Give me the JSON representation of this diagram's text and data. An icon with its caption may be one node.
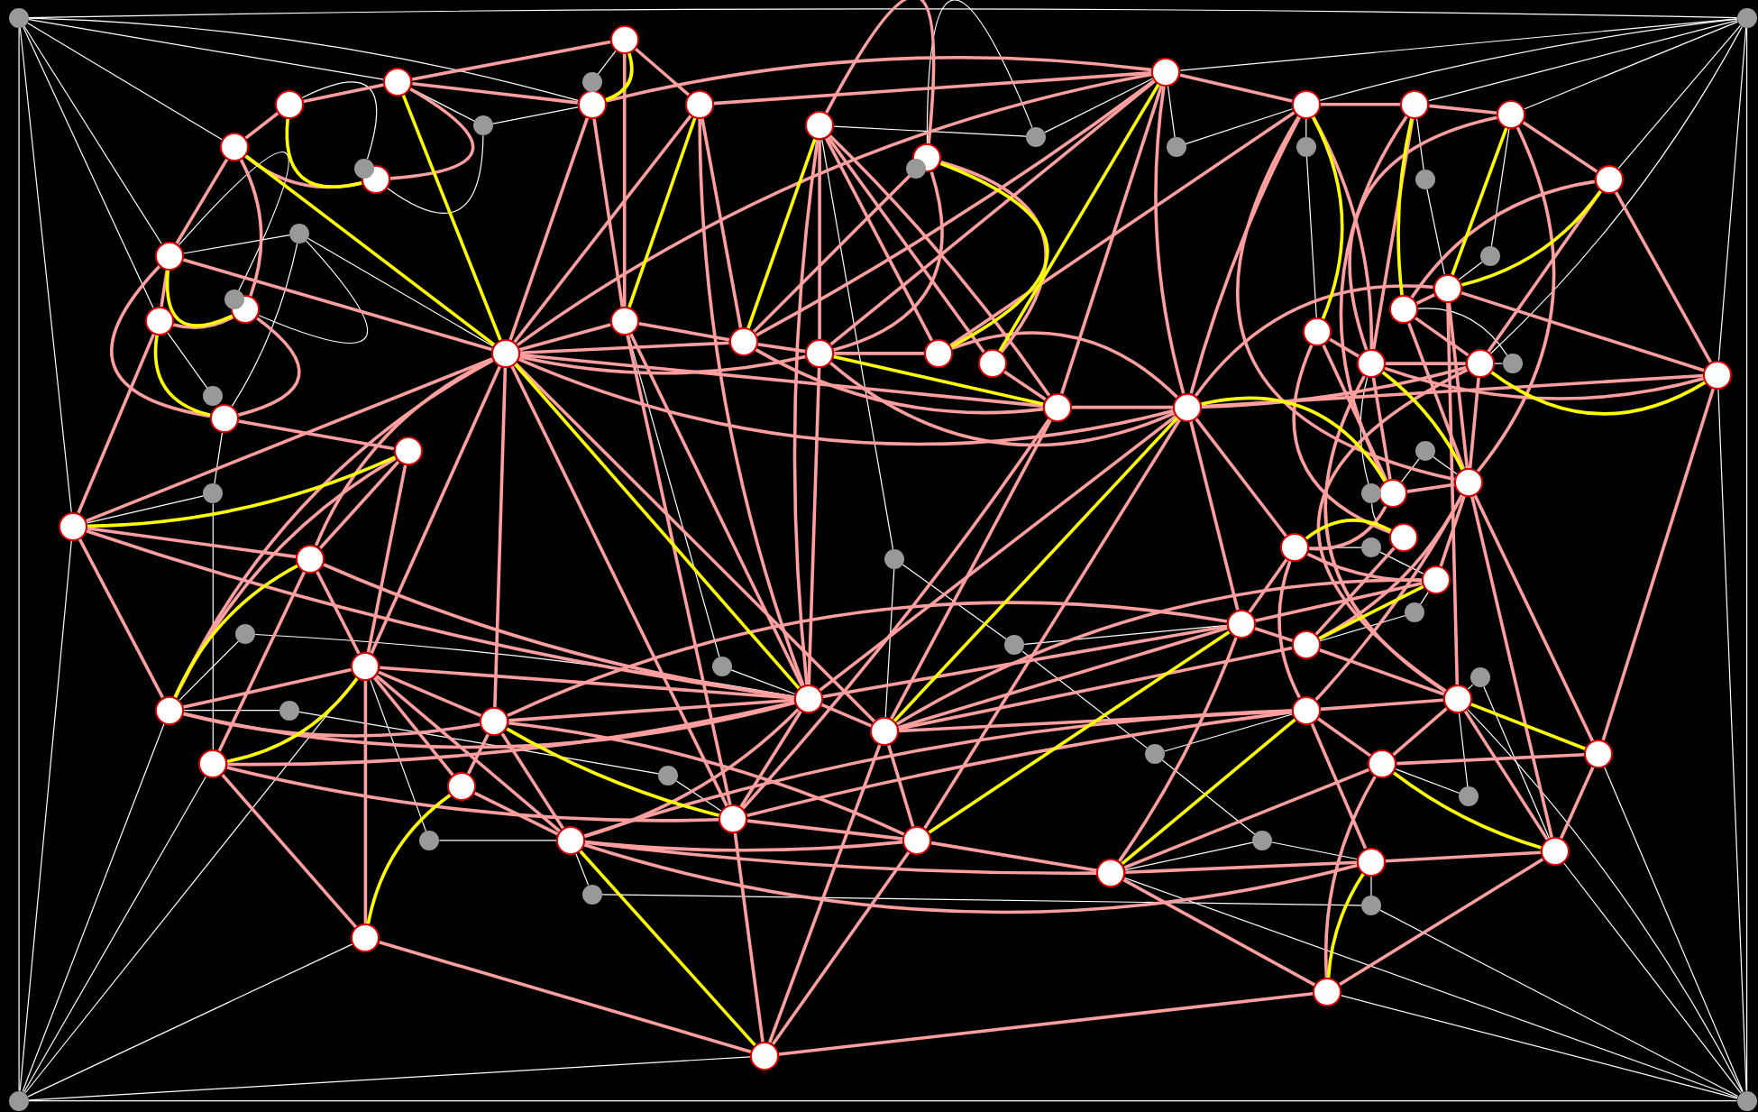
{
  "diagram": {
    "nodes": [
      {
        "text": [],
        "shape": "circle"
      },
      {
        "text": [],
        "shape": "circle"
      },
      {
        "text": [],
        "shape": "circle"
      },
      {
        "text": [],
        "shape": "circle"
      },
      {
        "text": [],
        "shape": "circle"
      },
      {
        "text": [],
        "shape": "circle"
      },
      {
        "text": [],
        "shape": "circle"
      },
      {
        "text": [],
        "shape": "circle"
      },
      {
        "text": [],
        "shape": "circle"
      },
      {
        "text": [],
        "shape": "circle"
      },
      {
        "text": [],
        "shape": "circle"
      },
      {
        "text": [],
        "shape": "circle"
      },
      {
        "text": [],
        "shape": "circle"
      },
      {
        "text": [],
        "shape": "circle"
      },
      {
        "text": [],
        "shape": "circle"
      },
      {
        "text": [],
        "shape": "circle"
      },
      {
        "text": [],
        "shape": "circle"
      },
      {
        "text": [],
        "shape": "circle"
      },
      {
        "text": [],
        "shape": "circle"
      },
      {
        "text": [],
        "shape": "circle"
      },
      {
        "text": [],
        "shape": "circle"
      },
      {
        "text": [],
        "shape": "circle"
      },
      {
        "text": [],
        "shape": "circle"
      },
      {
        "text": [],
        "shape": "circle"
      },
      {
        "text": [],
        "shape": "circle"
      },
      {
        "text": [],
        "shape": "circle"
      },
      {
        "text": [],
        "shape": "circle"
      },
      {
        "text": [],
        "shape": "circle"
      },
      {
        "text": [],
        "shape": "circle"
      },
      {
        "text": [],
        "shape": "circle"
      },
      {
        "text": [],
        "shape": "circle"
      },
      {
        "text": [],
        "shape": "circle"
      },
      {
        "text": [],
        "shape": "circle"
      },
      {
        "text": [],
        "shape": "circle"
      },
      {
        "text": [],
        "shape": "circle"
      },
      {
        "text": [],
        "shape": "circle"
      },
      {
        "text": [],
        "shape": "circle"
      },
      {
        "text": [],
        "shape": "circle"
      },
      {
        "text": [],
        "shape": "circle"
      },
      {
        "text": [],
        "shape": "circle"
      },
      {
        "text": [],
        "shape": "circle"
      },
      {
        "text": [],
        "shape": "circle"
      },
      {
        "text": [],
        "shape": "circle"
      },
      {
        "text": [],
        "shape": "circle"
      },
      {
        "text": [],
        "shape": "circle"
      },
      {
        "text": [],
        "shape": "circle"
      },
      {
        "text": [],
        "shape": "circle"
      },
      {
        "text": [],
        "shape": "circle"
      },
      {
        "text": [],
        "shape": "circle"
      },
      {
        "text": [],
        "shape": "circle"
      },
      {
        "text": [],
        "shape": "circle"
      },
      {
        "text": [],
        "shape": "circle"
      },
      {
        "text": [],
        "shape": "circle"
      },
      {
        "text": [],
        "shape": "circle"
      },
      {
        "text": [],
        "shape": "circle"
      },
      {
        "text": [],
        "shape": "circle"
      },
      {
        "text": [],
        "shape": "circle"
      },
      {
        "text": [],
        "shape": "circle"
      },
      {
        "text": [],
        "shape": "circle"
      },
      {
        "text": [],
        "shape": "circle"
      },
      {
        "text": [],
        "shape": "circle"
      },
      {
        "text": [],
        "shape": "circle"
      },
      {
        "text": [],
        "shape": "dot"
      },
      {
        "text": [],
        "shape": "dot"
      },
      {
        "text": [],
        "shape": "dot"
      },
      {
        "text": [],
        "shape": "dot"
      },
      {
        "text": [],
        "shape": "dot"
      },
      {
        "text": [],
        "shape": "dot"
      },
      {
        "text": [],
        "shape": "dot"
      },
      {
        "text": [],
        "shape": "dot"
      },
      {
        "text": [],
        "shape": "dot"
      },
      {
        "text": [],
        "shape": "dot"
      },
      {
        "text": [],
        "shape": "dot"
      },
      {
        "text": [],
        "shape": "dot"
      },
      {
        "text": [],
        "shape": "dot"
      },
      {
        "text": [],
        "shape": "dot"
      },
      {
        "text": [],
        "shape": "dot"
      },
      {
        "text": [],
        "shape": "dot"
      },
      {
        "text": [],
        "shape": "dot"
      },
      {
        "text": [],
        "shape": "dot"
      },
      {
        "text": [],
        "shape": "dot"
      },
      {
        "text": [],
        "shape": "dot"
      },
      {
        "text": [],
        "shape": "dot"
      },
      {
        "text": [],
        "shape": "dot"
      },
      {
        "text": [],
        "shape": "dot"
      },
      {
        "text": [],
        "shape": "dot"
      },
      {
        "text": [],
        "shape": "dot"
      },
      {
        "text": [],
        "shape": "dot"
      },
      {
        "text": [],
        "shape": "dot"
      },
      {
        "text": [],
        "shape": "dot"
      },
      {
        "text": [],
        "shape": "dot"
      },
      {
        "text": [],
        "shape": "dot"
      },
      {
        "text": [],
        "shape": "dot"
      },
      {
        "text": [],
        "shape": "dot"
      },
      {
        "text": [],
        "shape": "dot"
      },
      {
        "text": [],
        "shape": "dot"
      },
      {
        "text": [],
        "shape": "dot"
      }
    ],
    "edges": [
      {
        "from": 62,
        "to": 63,
        "arrow": "none",
        "color": "#ffffff"
      },
      {
        "from": 62,
        "to": 64,
        "arrow": "none",
        "color": "#ffffff"
      },
      {
        "from": 63,
        "to": 65,
        "arrow": "none",
        "color": "#ffffff"
      },
      {
        "from": 64,
        "to": 65,
        "arrow": "none",
        "color": "#ffffff"
      },
      {
        "from": 62,
        "to": 3,
        "arrow": "none",
        "color": "#ffffff"
      },
      {
        "from": 62,
        "to": 1,
        "arrow": "none",
        "color": "#ffffff"
      },
      {
        "from": 62,
        "to": 5,
        "arrow": "none",
        "color": "#ffffff"
      },
      {
        "from": 62,
        "to": 14,
        "arrow": "none",
        "color": "#ffffff"
      },
      {
        "from": 62,
        "to": 16,
        "arrow": "none",
        "color": "#ffffff"
      },
      {
        "from": 62,
        "to": 33,
        "arrow": "none",
        "color": "#ffffff"
      },
      {
        "from": 63,
        "to": 9,
        "arrow": "none",
        "color": "#ffffff"
      },
      {
        "from": 63,
        "to": 10,
        "arrow": "none",
        "color": "#ffffff"
      },
      {
        "from": 63,
        "to": 11,
        "arrow": "none",
        "color": "#ffffff"
      },
      {
        "from": 63,
        "to": 12,
        "arrow": "none",
        "color": "#ffffff"
      },
      {
        "from": 63,
        "to": 13,
        "arrow": "none",
        "color": "#ffffff"
      },
      {
        "from": 63,
        "to": 31,
        "arrow": "none",
        "color": "#ffffff"
      },
      {
        "from": 63,
        "to": 30,
        "arrow": "none",
        "color": "#ffffff"
      },
      {
        "from": 64,
        "to": 33,
        "arrow": "none",
        "color": "#ffffff"
      },
      {
        "from": 64,
        "to": 43,
        "arrow": "none",
        "color": "#ffffff"
      },
      {
        "from": 64,
        "to": 50,
        "arrow": "none",
        "color": "#ffffff"
      },
      {
        "from": 64,
        "to": 59,
        "arrow": "none",
        "color": "#ffffff"
      },
      {
        "from": 64,
        "to": 61,
        "arrow": "none",
        "color": "#ffffff"
      },
      {
        "from": 64,
        "to": 42,
        "arrow": "none",
        "color": "#ffffff"
      },
      {
        "from": 65,
        "to": 31,
        "arrow": "none",
        "color": "#ffffff"
      },
      {
        "from": 65,
        "to": 49,
        "arrow": "none",
        "color": "#ffffff"
      },
      {
        "from": 65,
        "to": 58,
        "arrow": "none",
        "color": "#ffffff"
      },
      {
        "from": 65,
        "to": 60,
        "arrow": "none",
        "color": "#ffffff"
      },
      {
        "from": 65,
        "to": 56,
        "arrow": "none",
        "color": "#ffffff"
      },
      {
        "from": 65,
        "to": 48,
        "arrow": "none",
        "color": "#ffffff"
      },
      {
        "from": 66,
        "to": 0,
        "arrow": "none",
        "color": "#ffffff"
      },
      {
        "from": 67,
        "to": 1,
        "arrow": "none",
        "color": "#ffffff"
      },
      {
        "from": 67,
        "to": 6,
        "arrow": "none",
        "color": "#ffffff"
      },
      {
        "from": 67,
        "to": 3,
        "arrow": "none",
        "color": "#ffffff"
      },
      {
        "from": 68,
        "to": 2,
        "arrow": "none",
        "color": "#ffffff"
      },
      {
        "from": 69,
        "to": 14,
        "arrow": "none",
        "color": "#ffffff"
      },
      {
        "from": 69,
        "to": 15,
        "arrow": "none",
        "color": "#ffffff"
      },
      {
        "from": 69,
        "to": 18,
        "arrow": "none",
        "color": "#ffffff"
      },
      {
        "from": 69,
        "to": 17,
        "arrow": "none",
        "color": "#ffffff"
      },
      {
        "from": 70,
        "to": 14,
        "arrow": "none",
        "color": "#ffffff"
      },
      {
        "from": 71,
        "to": 16,
        "arrow": "none",
        "color": "#ffffff"
      },
      {
        "from": 72,
        "to": 33,
        "arrow": "none",
        "color": "#ffffff"
      },
      {
        "from": 72,
        "to": 17,
        "arrow": "none",
        "color": "#ffffff"
      },
      {
        "from": 72,
        "to": 50,
        "arrow": "none",
        "color": "#ffffff"
      },
      {
        "from": 73,
        "to": 7,
        "arrow": "none",
        "color": "#ffffff"
      },
      {
        "from": 73,
        "to": 9,
        "arrow": "none",
        "color": "#ffffff"
      },
      {
        "from": 73,
        "to": 8,
        "arrow": "none",
        "color": "#ffffff"
      },
      {
        "from": 74,
        "to": 10,
        "arrow": "none",
        "color": "#ffffff"
      },
      {
        "from": 74,
        "to": 9,
        "arrow": "none",
        "color": "#ffffff"
      },
      {
        "from": 75,
        "to": 10,
        "arrow": "none",
        "color": "#ffffff"
      },
      {
        "from": 75,
        "to": 26,
        "arrow": "none",
        "color": "#ffffff"
      },
      {
        "from": 76,
        "to": 20,
        "arrow": "none",
        "color": "#ffffff"
      },
      {
        "from": 77,
        "to": 11,
        "arrow": "none",
        "color": "#ffffff"
      },
      {
        "from": 77,
        "to": 28,
        "arrow": "none",
        "color": "#ffffff"
      },
      {
        "from": 78,
        "to": 12,
        "arrow": "none",
        "color": "#ffffff"
      },
      {
        "from": 78,
        "to": 28,
        "arrow": "none",
        "color": "#ffffff"
      },
      {
        "from": 79,
        "to": 30,
        "arrow": "none",
        "color": "#ffffff"
      },
      {
        "from": 79,
        "to": 27,
        "arrow": "none",
        "color": "#ffffff"
      },
      {
        "from": 80,
        "to": 35,
        "arrow": "none",
        "color": "#ffffff"
      },
      {
        "from": 80,
        "to": 36,
        "arrow": "none",
        "color": "#ffffff"
      },
      {
        "from": 81,
        "to": 38,
        "arrow": "none",
        "color": "#ffffff"
      },
      {
        "from": 81,
        "to": 29,
        "arrow": "none",
        "color": "#ffffff"
      },
      {
        "from": 82,
        "to": 37,
        "arrow": "none",
        "color": "#ffffff"
      },
      {
        "from": 82,
        "to": 39,
        "arrow": "none",
        "color": "#ffffff"
      },
      {
        "from": 83,
        "to": 39,
        "arrow": "none",
        "color": "#ffffff"
      },
      {
        "from": 83,
        "to": 41,
        "arrow": "none",
        "color": "#ffffff"
      },
      {
        "from": 84,
        "to": 46,
        "arrow": "none",
        "color": "#ffffff"
      },
      {
        "from": 84,
        "to": 7,
        "arrow": "none",
        "color": "#ffffff"
      },
      {
        "from": 84,
        "to": 85,
        "arrow": "none",
        "color": "#ffffff"
      },
      {
        "from": 85,
        "to": 40,
        "arrow": "none",
        "color": "#ffffff"
      },
      {
        "from": 85,
        "to": 91,
        "arrow": "none",
        "color": "#ffffff"
      },
      {
        "from": 86,
        "to": 43,
        "arrow": "none",
        "color": "#ffffff"
      },
      {
        "from": 86,
        "to": 44,
        "arrow": "none",
        "color": "#ffffff"
      },
      {
        "from": 87,
        "to": 44,
        "arrow": "none",
        "color": "#ffffff"
      },
      {
        "from": 87,
        "to": 19,
        "arrow": "none",
        "color": "#ffffff"
      },
      {
        "from": 88,
        "to": 43,
        "arrow": "none",
        "color": "#ffffff"
      },
      {
        "from": 88,
        "to": 90,
        "arrow": "none",
        "color": "#ffffff"
      },
      {
        "from": 90,
        "to": 53,
        "arrow": "none",
        "color": "#ffffff"
      },
      {
        "from": 91,
        "to": 94,
        "arrow": "none",
        "color": "#ffffff"
      },
      {
        "from": 91,
        "to": 47,
        "arrow": "none",
        "color": "#ffffff"
      },
      {
        "from": 92,
        "to": 52,
        "arrow": "none",
        "color": "#ffffff"
      },
      {
        "from": 92,
        "to": 48,
        "arrow": "none",
        "color": "#ffffff"
      },
      {
        "from": 93,
        "to": 54,
        "arrow": "none",
        "color": "#ffffff"
      },
      {
        "from": 93,
        "to": 42,
        "arrow": "none",
        "color": "#ffffff"
      },
      {
        "from": 94,
        "to": 56,
        "arrow": "none",
        "color": "#ffffff"
      },
      {
        "from": 94,
        "to": 57,
        "arrow": "none",
        "color": "#ffffff"
      },
      {
        "from": 95,
        "to": 54,
        "arrow": "none",
        "color": "#ffffff"
      },
      {
        "from": 95,
        "to": 96,
        "arrow": "none",
        "color": "#ffffff"
      },
      {
        "from": 96,
        "to": 65,
        "arrow": "none",
        "color": "#ffffff"
      },
      {
        "from": 96,
        "to": 57,
        "arrow": "none",
        "color": "#ffffff"
      },
      {
        "from": 89,
        "to": 48,
        "arrow": "none",
        "color": "#ffffff"
      },
      {
        "from": 89,
        "to": 58,
        "arrow": "none",
        "color": "#ffffff"
      },
      {
        "from": 0,
        "to": 1,
        "arrow": "none"
      },
      {
        "from": 0,
        "to": 4,
        "arrow": "none"
      },
      {
        "from": 0,
        "to": 19,
        "arrow": "none"
      },
      {
        "from": 1,
        "to": 2,
        "arrow": "none"
      },
      {
        "from": 1,
        "to": 6,
        "arrow": "none"
      },
      {
        "from": 1,
        "to": 3,
        "arrow": "none"
      },
      {
        "from": 2,
        "to": 5,
        "arrow": "none"
      },
      {
        "from": 5,
        "to": 6,
        "arrow": "none"
      },
      {
        "from": 5,
        "to": 14,
        "arrow": "none"
      },
      {
        "from": 5,
        "to": 15,
        "arrow": "none"
      },
      {
        "from": 3,
        "to": 18,
        "arrow": "none"
      },
      {
        "from": 3,
        "to": 19,
        "arrow": "none"
      },
      {
        "from": 4,
        "to": 18,
        "arrow": "none"
      },
      {
        "from": 4,
        "to": 20,
        "arrow": "none"
      },
      {
        "from": 4,
        "to": 44,
        "arrow": "none"
      },
      {
        "from": 4,
        "to": 9,
        "arrow": "none"
      },
      {
        "from": 3,
        "to": 9,
        "arrow": "none"
      },
      {
        "from": 7,
        "to": 8,
        "arrow": "none"
      },
      {
        "from": 7,
        "to": 21,
        "arrow": "none"
      },
      {
        "from": 7,
        "to": 23,
        "arrow": "none"
      },
      {
        "from": 7,
        "to": 24,
        "arrow": "none"
      },
      {
        "from": 7,
        "to": 44,
        "arrow": "none"
      },
      {
        "from": 7,
        "to": 22,
        "arrow": "none"
      },
      {
        "from": 8,
        "to": 20,
        "arrow": "none"
      },
      {
        "from": 8,
        "to": 23,
        "arrow": "none"
      },
      {
        "from": 8,
        "to": 21,
        "arrow": "none"
      },
      {
        "from": 9,
        "to": 10,
        "arrow": "none"
      },
      {
        "from": 9,
        "to": 18,
        "arrow": "none"
      },
      {
        "from": 9,
        "to": 21,
        "arrow": "none"
      },
      {
        "from": 9,
        "to": 25,
        "arrow": "none"
      },
      {
        "from": 9,
        "to": 20,
        "arrow": "none"
      },
      {
        "from": 9,
        "to": 24,
        "arrow": "none"
      },
      {
        "from": 10,
        "to": 11,
        "arrow": "none"
      },
      {
        "from": 10,
        "to": 25,
        "arrow": "none"
      },
      {
        "from": 10,
        "to": 22,
        "arrow": "none"
      },
      {
        "from": 10,
        "to": 29,
        "arrow": "none"
      },
      {
        "from": 10,
        "to": 36,
        "arrow": "none"
      },
      {
        "from": 11,
        "to": 12,
        "arrow": "none"
      },
      {
        "from": 11,
        "to": 29,
        "arrow": "none"
      },
      {
        "from": 11,
        "to": 35,
        "arrow": "none"
      },
      {
        "from": 12,
        "to": 13,
        "arrow": "none"
      },
      {
        "from": 12,
        "to": 29,
        "arrow": "none"
      },
      {
        "from": 12,
        "to": 36,
        "arrow": "none"
      },
      {
        "from": 13,
        "to": 31,
        "arrow": "none"
      },
      {
        "from": 13,
        "to": 30,
        "arrow": "none"
      },
      {
        "from": 13,
        "to": 27,
        "arrow": "none"
      },
      {
        "from": 14,
        "to": 16,
        "arrow": "none"
      },
      {
        "from": 14,
        "to": 18,
        "arrow": "none"
      },
      {
        "from": 14,
        "to": 17,
        "arrow": "none"
      },
      {
        "from": 16,
        "to": 33,
        "arrow": "none"
      },
      {
        "from": 15,
        "to": 16,
        "arrow": "none"
      },
      {
        "from": 15,
        "to": 17,
        "arrow": "none"
      },
      {
        "from": 17,
        "to": 32,
        "arrow": "none"
      },
      {
        "from": 18,
        "to": 19,
        "arrow": "none"
      },
      {
        "from": 18,
        "to": 20,
        "arrow": "none"
      },
      {
        "from": 18,
        "to": 21,
        "arrow": "none"
      },
      {
        "from": 18,
        "to": 24,
        "arrow": "none"
      },
      {
        "from": 18,
        "to": 25,
        "arrow": "none"
      },
      {
        "from": 18,
        "to": 33,
        "arrow": "none"
      },
      {
        "from": 18,
        "to": 42,
        "arrow": "none"
      },
      {
        "from": 18,
        "to": 43,
        "arrow": "none"
      },
      {
        "from": 18,
        "to": 45,
        "arrow": "none"
      },
      {
        "from": 18,
        "to": 46,
        "arrow": "none"
      },
      {
        "from": 18,
        "to": 53,
        "arrow": "none"
      },
      {
        "from": 18,
        "to": 34,
        "arrow": "none"
      },
      {
        "from": 19,
        "to": 20,
        "arrow": "none"
      },
      {
        "from": 19,
        "to": 44,
        "arrow": "none"
      },
      {
        "from": 19,
        "to": 53,
        "arrow": "none"
      },
      {
        "from": 20,
        "to": 21,
        "arrow": "none"
      },
      {
        "from": 20,
        "to": 24,
        "arrow": "none"
      },
      {
        "from": 21,
        "to": 22,
        "arrow": "none"
      },
      {
        "from": 21,
        "to": 44,
        "arrow": "none"
      },
      {
        "from": 21,
        "to": 25,
        "arrow": "none"
      },
      {
        "from": 22,
        "to": 25,
        "arrow": "none"
      },
      {
        "from": 23,
        "to": 24,
        "arrow": "none"
      },
      {
        "from": 24,
        "to": 25,
        "arrow": "none"
      },
      {
        "from": 24,
        "to": 46,
        "arrow": "none"
      },
      {
        "from": 24,
        "to": 53,
        "arrow": "none"
      },
      {
        "from": 25,
        "to": 30,
        "arrow": "none"
      },
      {
        "from": 25,
        "to": 28,
        "arrow": "none"
      },
      {
        "from": 25,
        "to": 31,
        "arrow": "none"
      },
      {
        "from": 25,
        "to": 37,
        "arrow": "none"
      },
      {
        "from": 25,
        "to": 40,
        "arrow": "none"
      },
      {
        "from": 25,
        "to": 44,
        "arrow": "none"
      },
      {
        "from": 25,
        "to": 55,
        "arrow": "none"
      },
      {
        "from": 26,
        "to": 29,
        "arrow": "none"
      },
      {
        "from": 26,
        "to": 35,
        "arrow": "none"
      },
      {
        "from": 26,
        "to": 38,
        "arrow": "none"
      },
      {
        "from": 27,
        "to": 28,
        "arrow": "none"
      },
      {
        "from": 27,
        "to": 30,
        "arrow": "none"
      },
      {
        "from": 27,
        "to": 36,
        "arrow": "none"
      },
      {
        "from": 28,
        "to": 31,
        "arrow": "none"
      },
      {
        "from": 28,
        "to": 36,
        "arrow": "none"
      },
      {
        "from": 28,
        "to": 48,
        "arrow": "none"
      },
      {
        "from": 29,
        "to": 35,
        "arrow": "none"
      },
      {
        "from": 29,
        "to": 30,
        "arrow": "none"
      },
      {
        "from": 29,
        "to": 31,
        "arrow": "none"
      },
      {
        "from": 29,
        "to": 48,
        "arrow": "none"
      },
      {
        "from": 30,
        "to": 36,
        "arrow": "none"
      },
      {
        "from": 30,
        "to": 48,
        "arrow": "none"
      },
      {
        "from": 31,
        "to": 49,
        "arrow": "none"
      },
      {
        "from": 32,
        "to": 34,
        "arrow": "none"
      },
      {
        "from": 32,
        "to": 42,
        "arrow": "none"
      },
      {
        "from": 32,
        "to": 43,
        "arrow": "none"
      },
      {
        "from": 33,
        "to": 34,
        "arrow": "none"
      },
      {
        "from": 33,
        "to": 43,
        "arrow": "none"
      },
      {
        "from": 33,
        "to": 44,
        "arrow": "none"
      },
      {
        "from": 34,
        "to": 42,
        "arrow": "none"
      },
      {
        "from": 34,
        "to": 50,
        "arrow": "none"
      },
      {
        "from": 34,
        "to": 44,
        "arrow": "none"
      },
      {
        "from": 35,
        "to": 36,
        "arrow": "none"
      },
      {
        "from": 35,
        "to": 37,
        "arrow": "none"
      },
      {
        "from": 36,
        "to": 39,
        "arrow": "none"
      },
      {
        "from": 36,
        "to": 41,
        "arrow": "none"
      },
      {
        "from": 36,
        "to": 47,
        "arrow": "none"
      },
      {
        "from": 36,
        "to": 49,
        "arrow": "none"
      },
      {
        "from": 37,
        "to": 47,
        "arrow": "none"
      },
      {
        "from": 37,
        "to": 40,
        "arrow": "none"
      },
      {
        "from": 37,
        "to": 39,
        "arrow": "none"
      },
      {
        "from": 38,
        "to": 41,
        "arrow": "none"
      },
      {
        "from": 39,
        "to": 40,
        "arrow": "none"
      },
      {
        "from": 39,
        "to": 46,
        "arrow": "none"
      },
      {
        "from": 40,
        "to": 41,
        "arrow": "none"
      },
      {
        "from": 40,
        "to": 46,
        "arrow": "none"
      },
      {
        "from": 40,
        "to": 44,
        "arrow": "none"
      },
      {
        "from": 40,
        "to": 56,
        "arrow": "none"
      },
      {
        "from": 40,
        "to": 45,
        "arrow": "none"
      },
      {
        "from": 41,
        "to": 48,
        "arrow": "none"
      },
      {
        "from": 41,
        "to": 46,
        "arrow": "none"
      },
      {
        "from": 42,
        "to": 43,
        "arrow": "none"
      },
      {
        "from": 42,
        "to": 45,
        "arrow": "none"
      },
      {
        "from": 42,
        "to": 44,
        "arrow": "none"
      },
      {
        "from": 42,
        "to": 51,
        "arrow": "none"
      },
      {
        "from": 42,
        "to": 59,
        "arrow": "none"
      },
      {
        "from": 42,
        "to": 54,
        "arrow": "none"
      },
      {
        "from": 43,
        "to": 44,
        "arrow": "none"
      },
      {
        "from": 43,
        "to": 45,
        "arrow": "none"
      },
      {
        "from": 44,
        "to": 45,
        "arrow": "none"
      },
      {
        "from": 44,
        "to": 46,
        "arrow": "none"
      },
      {
        "from": 44,
        "to": 53,
        "arrow": "none"
      },
      {
        "from": 44,
        "to": 54,
        "arrow": "none"
      },
      {
        "from": 45,
        "to": 54,
        "arrow": "none"
      },
      {
        "from": 45,
        "to": 51,
        "arrow": "none"
      },
      {
        "from": 45,
        "to": 55,
        "arrow": "none"
      },
      {
        "from": 46,
        "to": 55,
        "arrow": "none"
      },
      {
        "from": 46,
        "to": 47,
        "arrow": "none"
      },
      {
        "from": 47,
        "to": 52,
        "arrow": "none"
      },
      {
        "from": 47,
        "to": 48,
        "arrow": "none"
      },
      {
        "from": 47,
        "to": 57,
        "arrow": "none"
      },
      {
        "from": 47,
        "to": 53,
        "arrow": "none"
      },
      {
        "from": 47,
        "to": 54,
        "arrow": "none"
      },
      {
        "from": 48,
        "to": 52,
        "arrow": "none"
      },
      {
        "from": 48,
        "to": 58,
        "arrow": "none"
      },
      {
        "from": 49,
        "to": 52,
        "arrow": "none"
      },
      {
        "from": 49,
        "to": 58,
        "arrow": "none"
      },
      {
        "from": 50,
        "to": 44,
        "arrow": "none"
      },
      {
        "from": 50,
        "to": 53,
        "arrow": "none"
      },
      {
        "from": 50,
        "to": 59,
        "arrow": "none"
      },
      {
        "from": 51,
        "to": 54,
        "arrow": "none"
      },
      {
        "from": 52,
        "to": 56,
        "arrow": "none"
      },
      {
        "from": 52,
        "to": 60,
        "arrow": "none"
      },
      {
        "from": 53,
        "to": 61,
        "arrow": "none"
      },
      {
        "from": 53,
        "to": 55,
        "arrow": "none"
      },
      {
        "from": 54,
        "to": 55,
        "arrow": "none"
      },
      {
        "from": 54,
        "to": 57,
        "arrow": "none"
      },
      {
        "from": 55,
        "to": 61,
        "arrow": "none"
      },
      {
        "from": 55,
        "to": 56,
        "arrow": "none"
      },
      {
        "from": 56,
        "to": 57,
        "arrow": "none"
      },
      {
        "from": 56,
        "to": 60,
        "arrow": "none"
      },
      {
        "from": 57,
        "to": 58,
        "arrow": "none"
      },
      {
        "from": 58,
        "to": 60,
        "arrow": "none"
      },
      {
        "from": 58,
        "to": 36,
        "arrow": "none"
      },
      {
        "from": 59,
        "to": 61,
        "arrow": "none"
      },
      {
        "from": 60,
        "to": 61,
        "arrow": "none"
      },
      {
        "from": 61,
        "to": 46,
        "arrow": "none"
      },
      {
        "from": 54,
        "to": 56,
        "arrow": "none"
      },
      {
        "from": 0,
        "to": 3,
        "arrow": "none",
        "color": "#ffff00"
      },
      {
        "from": 2,
        "to": 6,
        "arrow": "none",
        "color": "#ffff00"
      },
      {
        "from": 1,
        "to": 18,
        "arrow": "none",
        "color": "#ffff00"
      },
      {
        "from": 5,
        "to": 18,
        "arrow": "none",
        "color": "#ffff00"
      },
      {
        "from": 14,
        "to": 15,
        "arrow": "none",
        "color": "#ffff00"
      },
      {
        "from": 16,
        "to": 17,
        "arrow": "none",
        "color": "#ffff00"
      },
      {
        "from": 33,
        "to": 32,
        "arrow": "none",
        "color": "#ffff00"
      },
      {
        "from": 43,
        "to": 34,
        "arrow": "none",
        "color": "#ffff00"
      },
      {
        "from": 50,
        "to": 42,
        "arrow": "none",
        "color": "#ffff00"
      },
      {
        "from": 59,
        "to": 51,
        "arrow": "none",
        "color": "#ffff00"
      },
      {
        "from": 4,
        "to": 19,
        "arrow": "none",
        "color": "#ffff00"
      },
      {
        "from": 7,
        "to": 20,
        "arrow": "none",
        "color": "#ffff00"
      },
      {
        "from": 8,
        "to": 22,
        "arrow": "none",
        "color": "#ffff00"
      },
      {
        "from": 21,
        "to": 24,
        "arrow": "none",
        "color": "#ffff00"
      },
      {
        "from": 9,
        "to": 23,
        "arrow": "none",
        "color": "#ffff00"
      },
      {
        "from": 10,
        "to": 26,
        "arrow": "none",
        "color": "#ffff00"
      },
      {
        "from": 11,
        "to": 27,
        "arrow": "none",
        "color": "#ffff00"
      },
      {
        "from": 12,
        "to": 28,
        "arrow": "none",
        "color": "#ffff00"
      },
      {
        "from": 13,
        "to": 28,
        "arrow": "none",
        "color": "#ffff00"
      },
      {
        "from": 18,
        "to": 44,
        "arrow": "none",
        "color": "#ffff00"
      },
      {
        "from": 25,
        "to": 35,
        "arrow": "none",
        "color": "#ffff00"
      },
      {
        "from": 25,
        "to": 46,
        "arrow": "none",
        "color": "#ffff00"
      },
      {
        "from": 29,
        "to": 36,
        "arrow": "none",
        "color": "#ffff00"
      },
      {
        "from": 37,
        "to": 38,
        "arrow": "none",
        "color": "#ffff00"
      },
      {
        "from": 41,
        "to": 39,
        "arrow": "none",
        "color": "#ffff00"
      },
      {
        "from": 45,
        "to": 53,
        "arrow": "none",
        "color": "#ffff00"
      },
      {
        "from": 54,
        "to": 61,
        "arrow": "none",
        "color": "#ffff00"
      },
      {
        "from": 40,
        "to": 55,
        "arrow": "none",
        "color": "#ffff00"
      },
      {
        "from": 47,
        "to": 56,
        "arrow": "none",
        "color": "#ffff00"
      },
      {
        "from": 48,
        "to": 49,
        "arrow": "none",
        "color": "#ffff00"
      },
      {
        "from": 52,
        "to": 58,
        "arrow": "none",
        "color": "#ffff00"
      },
      {
        "from": 57,
        "to": 60,
        "arrow": "none",
        "color": "#ffff00"
      },
      {
        "from": 30,
        "to": 31,
        "arrow": "none",
        "color": "#ffff00"
      }
    ]
  }
}
